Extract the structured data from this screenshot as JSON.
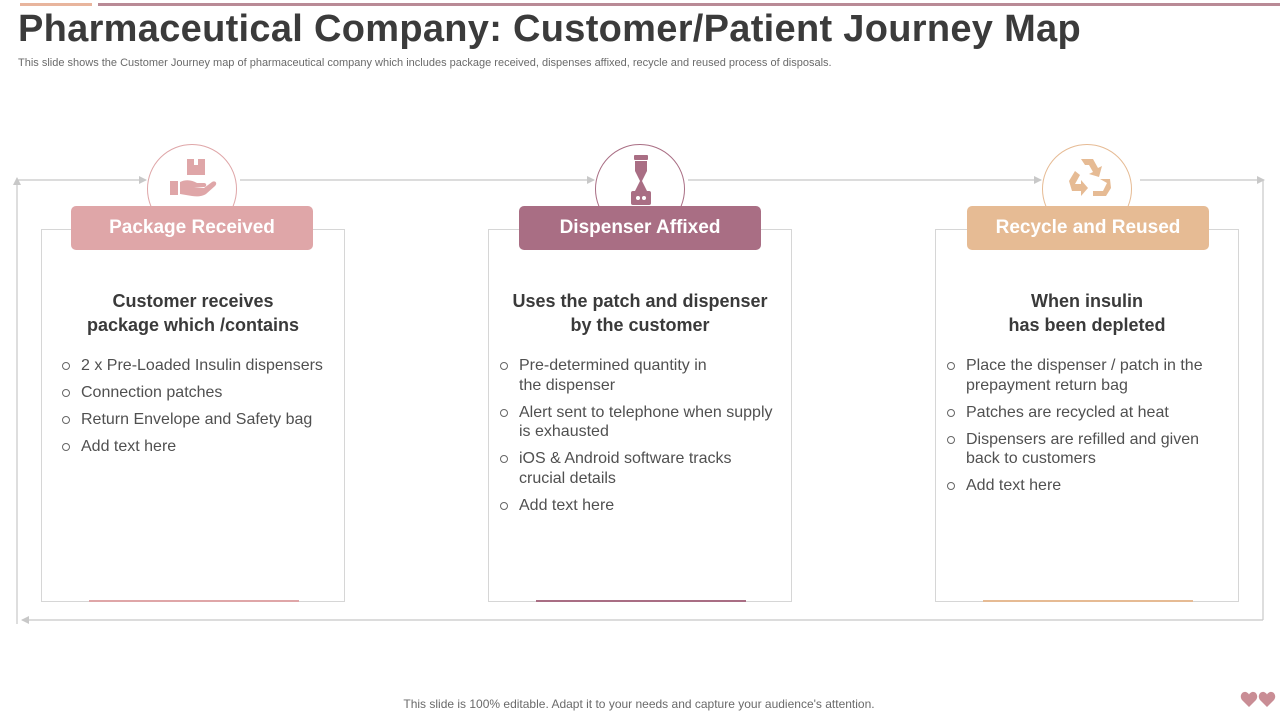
{
  "header": {
    "title": "Pharmaceutical Company: Customer/Patient Journey Map",
    "subtitle": "This slide shows the Customer Journey map of pharmaceutical company which includes package received, dispenses affixed, recycle and reused process of disposals."
  },
  "colors": {
    "stage1": "#dfa6a8",
    "stage2": "#a96e84",
    "stage3": "#e6bb94",
    "arrow": "#c8c8c8"
  },
  "stages": [
    {
      "label": "Package Received",
      "icon": "hand-package-icon",
      "heading_line1": "Customer receives",
      "heading_line2": "package which /contains",
      "points": [
        "2 x Pre-Loaded Insulin dispensers",
        "Connection patches",
        "Return Envelope and Safety bag",
        "Add text here"
      ]
    },
    {
      "label": "Dispenser Affixed",
      "icon": "insulin-dispenser-icon",
      "heading_line1": "Uses the patch and dispenser",
      "heading_line2": "by the customer",
      "points": [
        "Pre-determined quantity in the dispenser",
        "Alert sent to telephone when supply is exhausted",
        "iOS & Android software tracks crucial details",
        "Add text here"
      ]
    },
    {
      "label": "Recycle and Reused",
      "icon": "recycle-icon",
      "heading_line1": "When insulin",
      "heading_line2": "has been depleted",
      "points": [
        "Place the dispenser / patch in the prepayment return bag",
        "Patches are recycled at heat",
        "Dispensers are refilled and given back to customers",
        "Add text here"
      ]
    }
  ],
  "footer": "This slide is 100% editable. Adapt it to your needs and capture your audience's attention."
}
